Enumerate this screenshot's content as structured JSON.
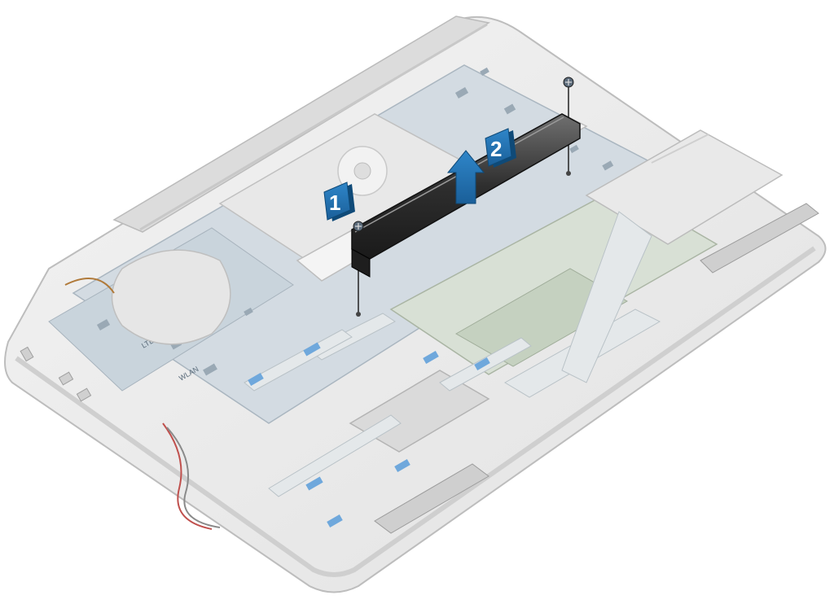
{
  "diagram": {
    "callouts": [
      {
        "number": "1"
      },
      {
        "number": "2"
      }
    ],
    "board_labels": {
      "wwan": "LTE/WWAN",
      "wlan": "WLAN"
    },
    "colors": {
      "callout_fill": "#1f6fae",
      "callout_shadow": "#0f4a78",
      "chassis": "#ececec",
      "chassis_edge": "#bdbdbd",
      "board": "#cfd8df",
      "bracket": "#3a3a3a",
      "ribbon": "#e4e8ea",
      "tape": "#6fa8dc"
    },
    "icons": [
      "arrow-up-icon",
      "screw-icon",
      "callout-badge"
    ]
  }
}
